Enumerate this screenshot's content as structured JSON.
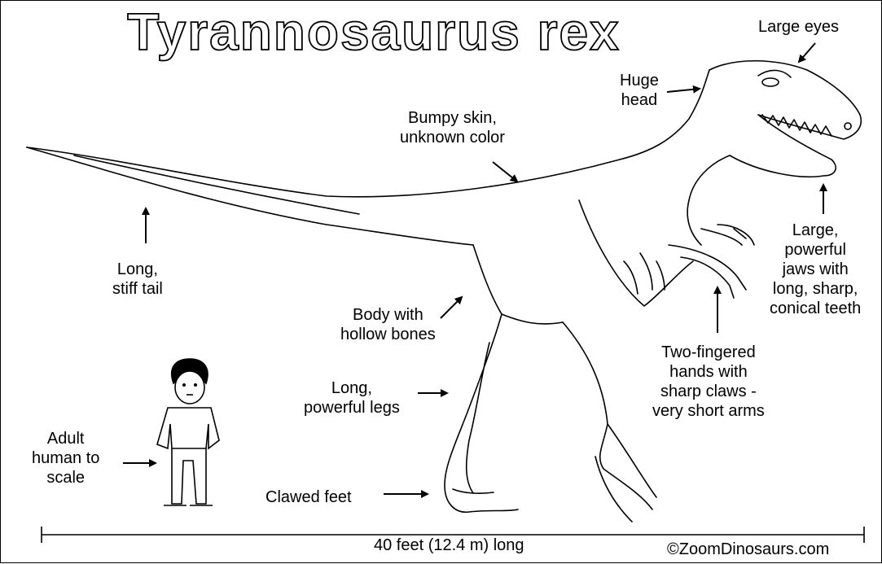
{
  "title": "Tyrannosaurus rex",
  "labels": {
    "large_eyes": [
      "Large eyes"
    ],
    "huge_head": [
      "Huge",
      "head"
    ],
    "bumpy_skin": [
      "Bumpy skin,",
      "unknown color"
    ],
    "tail": [
      "Long,",
      "stiff tail"
    ],
    "body": [
      "Body with",
      "hollow bones"
    ],
    "jaws": [
      "Large,",
      "powerful",
      "jaws with",
      "long, sharp,",
      "conical teeth"
    ],
    "hands": [
      "Two-fingered",
      "hands with",
      "sharp claws -",
      "very short arms"
    ],
    "legs": [
      "Long,",
      "powerful legs"
    ],
    "human": [
      "Adult",
      "human to",
      "scale"
    ],
    "feet": [
      "Clawed feet"
    ]
  },
  "scale_caption": "40 feet (12.4 m) long",
  "copyright": "©ZoomDinosaurs.com"
}
